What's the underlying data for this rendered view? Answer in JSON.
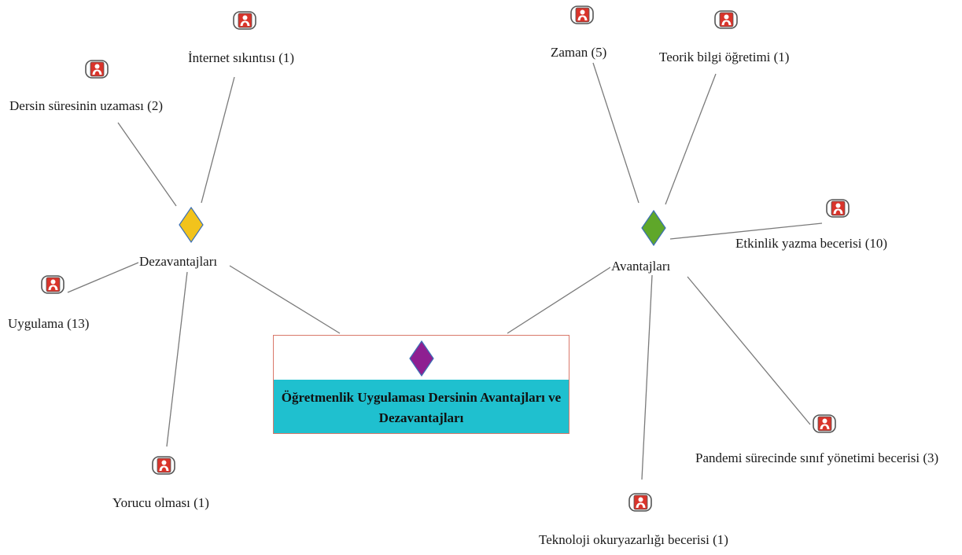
{
  "central": {
    "title": "Öğretmenlik Uygulaması Dersinin Avantajları ve Dezavantajları",
    "diamond_color": "#8e1f91",
    "band_color": "#1fc0cf"
  },
  "hubs": {
    "dezavantajlar": {
      "label": "Dezavantajları",
      "color": "#f2c31c"
    },
    "avantajlar": {
      "label": "Avantajları",
      "color": "#5fa72a"
    }
  },
  "codes": {
    "internet": "İnternet sıkıntısı (1)",
    "dersin_suresi": "Dersin süresinin uzaması (2)",
    "uygulama": "Uygulama (13)",
    "yorucu": "Yorucu olması (1)",
    "zaman": "Zaman (5)",
    "teorik": "Teorik bilgi öğretimi (1)",
    "etkinlik": "Etkinlik yazma becerisi (10)",
    "pandemi": "Pandemi sürecinde sınıf yönetimi becerisi (3)",
    "teknoloji": "Teknoloji okuryazarlığı becerisi (1)"
  },
  "icon": {
    "name": "code-document-icon",
    "color": "#d9342b"
  }
}
